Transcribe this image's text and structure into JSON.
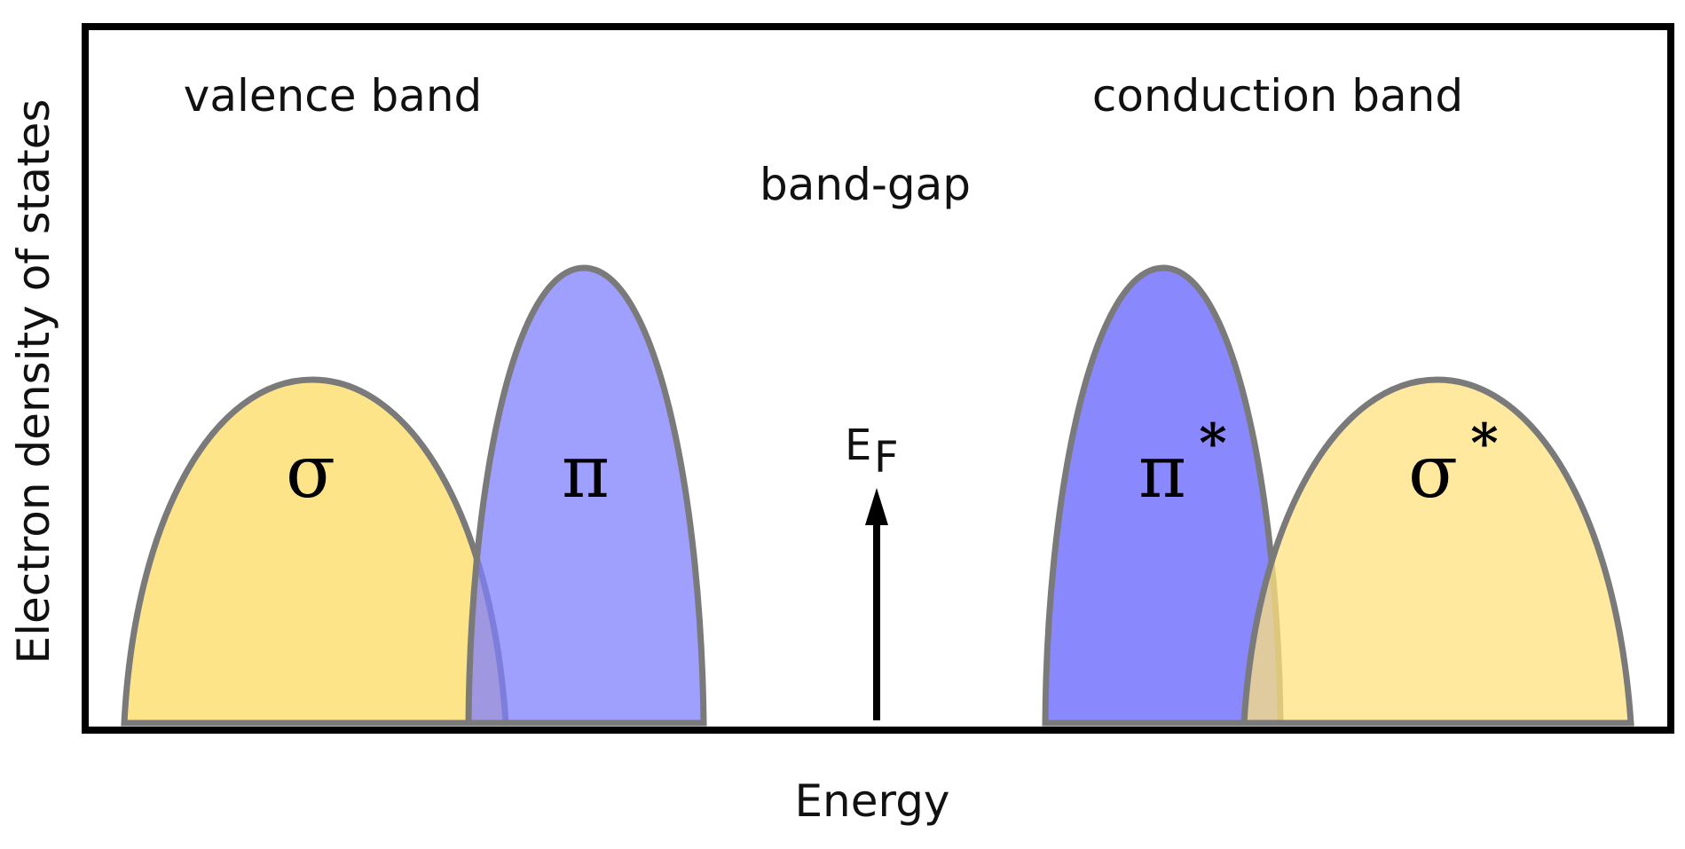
{
  "labels": {
    "y_axis": "Electron density of states",
    "x_axis": "Energy",
    "valence_band": "valence band",
    "conduction_band": "conduction band",
    "band_gap": "band-gap",
    "fermi_E": "E",
    "fermi_sub": "F"
  },
  "bands": {
    "sigma": "σ",
    "pi": "π",
    "pi_star": "π",
    "sigma_star": "σ",
    "star_mark": "*"
  },
  "colors": {
    "sigma_fill": "#fde27f",
    "pi_fill": "#7f7ffd",
    "band_outline": "#7a7a7a",
    "frame": "#000000"
  }
}
